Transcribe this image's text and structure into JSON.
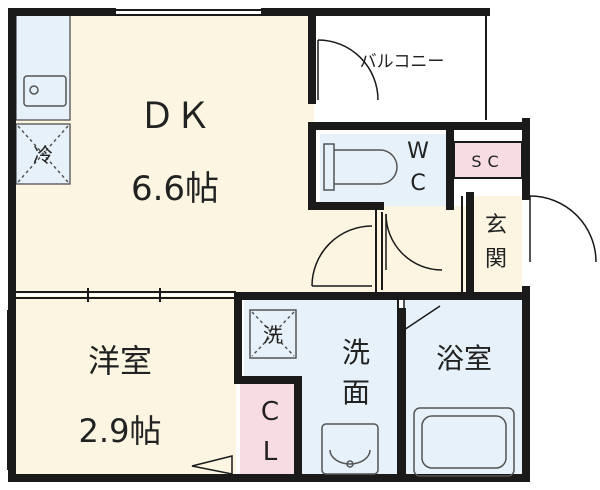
{
  "rooms": {
    "dk_name": "ＤＫ",
    "dk_size": "6.6帖",
    "balcony": "バルコニー",
    "wc_1": "W",
    "wc_2": "C",
    "sc": "SC",
    "genkan_1": "玄",
    "genkan_2": "関",
    "youshitsu_name": "洋室",
    "youshitsu_size": "2.9帖",
    "cl_1": "C",
    "cl_2": "L",
    "senmen_1": "洗",
    "senmen_2": "面",
    "yokushitsu": "浴室",
    "fridge": "冷",
    "washer": "洗"
  },
  "colors": {
    "dk_floor": "#fbf5e2",
    "youshitsu_floor": "#fbf5e2",
    "genkan_floor": "#fbf5e2",
    "wet_area": "#e6f1f9",
    "closet": "#f7dce4",
    "sc_box": "#f7dce4",
    "wall": "#1a1a1a"
  }
}
